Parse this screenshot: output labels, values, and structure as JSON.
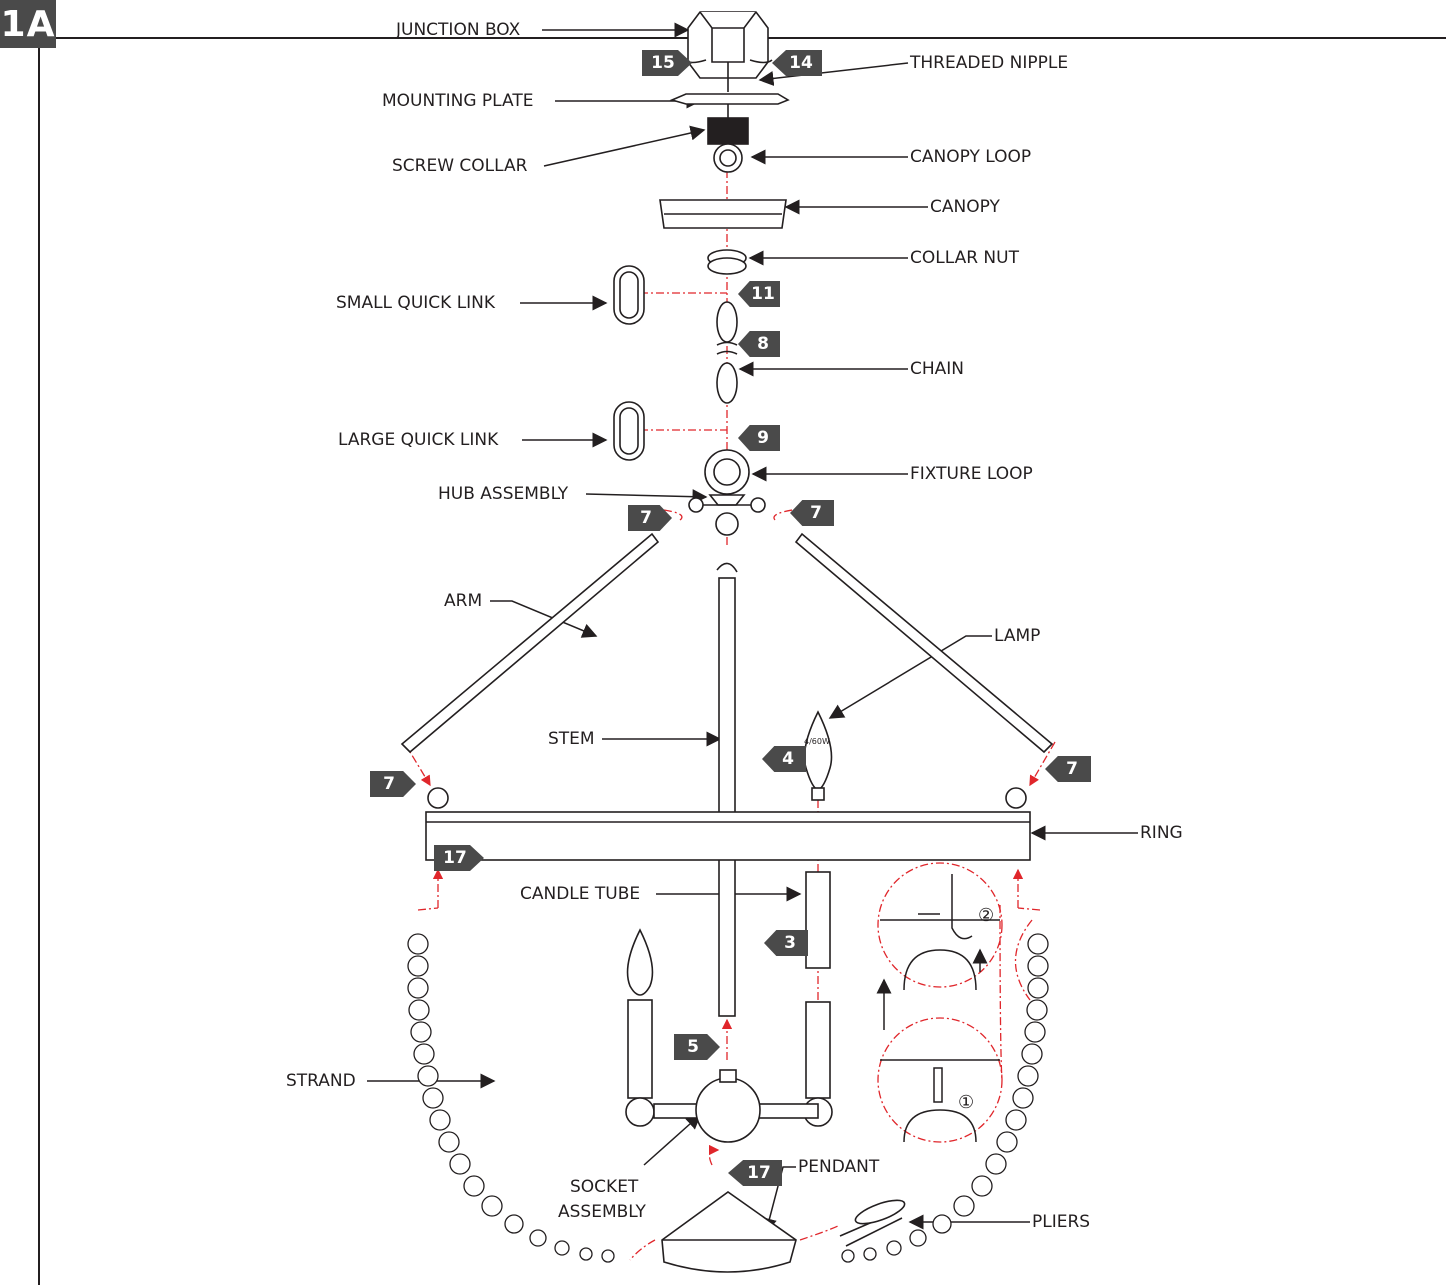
{
  "figure_id": "1A",
  "labels": {
    "junction_box": "JUNCTION BOX",
    "threaded_nipple": "THREADED NIPPLE",
    "mounting_plate": "MOUNTING PLATE",
    "screw_collar": "SCREW COLLAR",
    "canopy_loop": "CANOPY LOOP",
    "canopy": "CANOPY",
    "collar_nut": "COLLAR NUT",
    "small_quick_link": "SMALL QUICK LINK",
    "chain": "CHAIN",
    "large_quick_link": "LARGE QUICK LINK",
    "fixture_loop": "FIXTURE LOOP",
    "hub_assembly": "HUB ASSEMBLY",
    "arm": "ARM",
    "lamp": "LAMP",
    "stem": "STEM",
    "ring": "RING",
    "candle_tube": "CANDLE TUBE",
    "strand": "STRAND",
    "socket_assembly_1": "SOCKET",
    "socket_assembly_2": "ASSEMBLY",
    "pendant": "PENDANT",
    "pliers": "PLIERS"
  },
  "steps": {
    "s15": "15",
    "s14": "14",
    "s11": "11",
    "s8": "8",
    "s9": "9",
    "s7a": "7",
    "s7b": "7",
    "s7c": "7",
    "s7d": "7",
    "s4": "4",
    "s17a": "17",
    "s3": "3",
    "s5": "5",
    "s17b": "17"
  },
  "bulb_rating": "4/60W",
  "detail_steps": {
    "first": "①",
    "second": "②"
  },
  "colors": {
    "line": "#231f20",
    "guide": "#e0262b",
    "tag": "#4a4a4a"
  }
}
